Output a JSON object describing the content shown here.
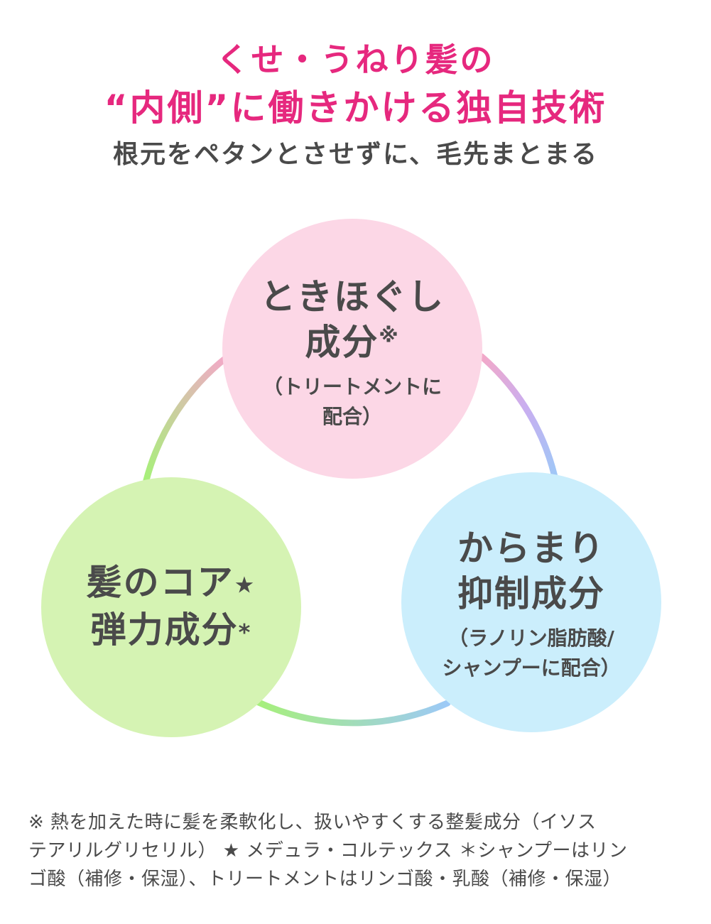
{
  "header": {
    "title_line1": "くせ・うねり髪の",
    "title_line2": "“内側”に働きかける独自技術",
    "subtitle": "根元をペタンとさせずに、毛先まとまる"
  },
  "circles": {
    "top": {
      "line1": "ときほぐし",
      "line2": "成分",
      "mark": "※",
      "note_line1": "（トリートメントに",
      "note_line2": "配合）",
      "color": "#fcd7e6"
    },
    "left": {
      "line1": "髪のコア",
      "mark1": "★",
      "line2": "弾力成分",
      "mark2": "*",
      "color": "#d5f3b3"
    },
    "right": {
      "line1": "からまり",
      "line2": "抑制成分",
      "note_line1": "（ラノリン脂肪酸/",
      "note_line2": "シャンプーに配合）",
      "color": "#cbeefc"
    }
  },
  "footnote": {
    "line1": "※ 熱を加えた時に髪を柔軟化し、扱いやすくする整髪成分（イソス",
    "line2": "テアリルグリセリル） ★ メデュラ・コルテックス ＊シャンプーはリン",
    "line3": "ゴ酸（補修・保湿）、トリートメントはリンゴ酸・乳酸（補修・保湿）"
  },
  "colors": {
    "accent": "#e6287e",
    "text": "#4a4a4a",
    "ring_pink": "#f3a8c8",
    "ring_purple": "#c9aef0",
    "ring_blue": "#9cc9f7",
    "ring_green": "#a7f07a"
  }
}
